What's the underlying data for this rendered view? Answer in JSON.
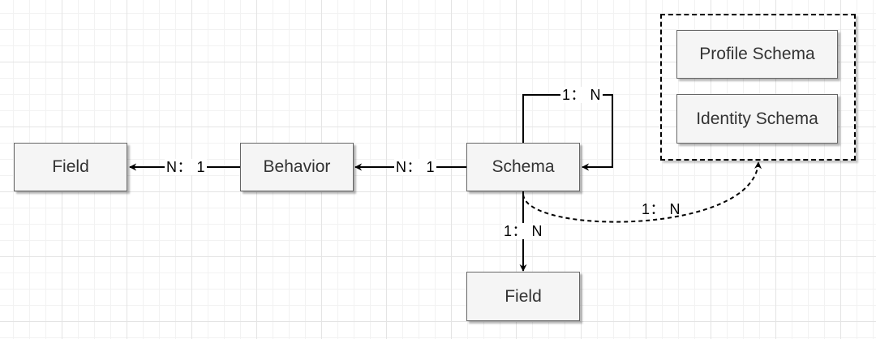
{
  "nodes": {
    "field_left": "Field",
    "behavior": "Behavior",
    "schema": "Schema",
    "field_bottom": "Field",
    "profile_schema": "Profile Schema",
    "identity_schema": "Identity Schema"
  },
  "edges": {
    "behavior_to_field": "N： 1",
    "schema_to_behavior": "N： 1",
    "schema_self": "1： N",
    "schema_to_field": "1： N",
    "schema_to_group": "1： N"
  },
  "colors": {
    "node_fill": "#f5f5f5",
    "node_border": "#666666",
    "grid": "#e4e4e4"
  }
}
